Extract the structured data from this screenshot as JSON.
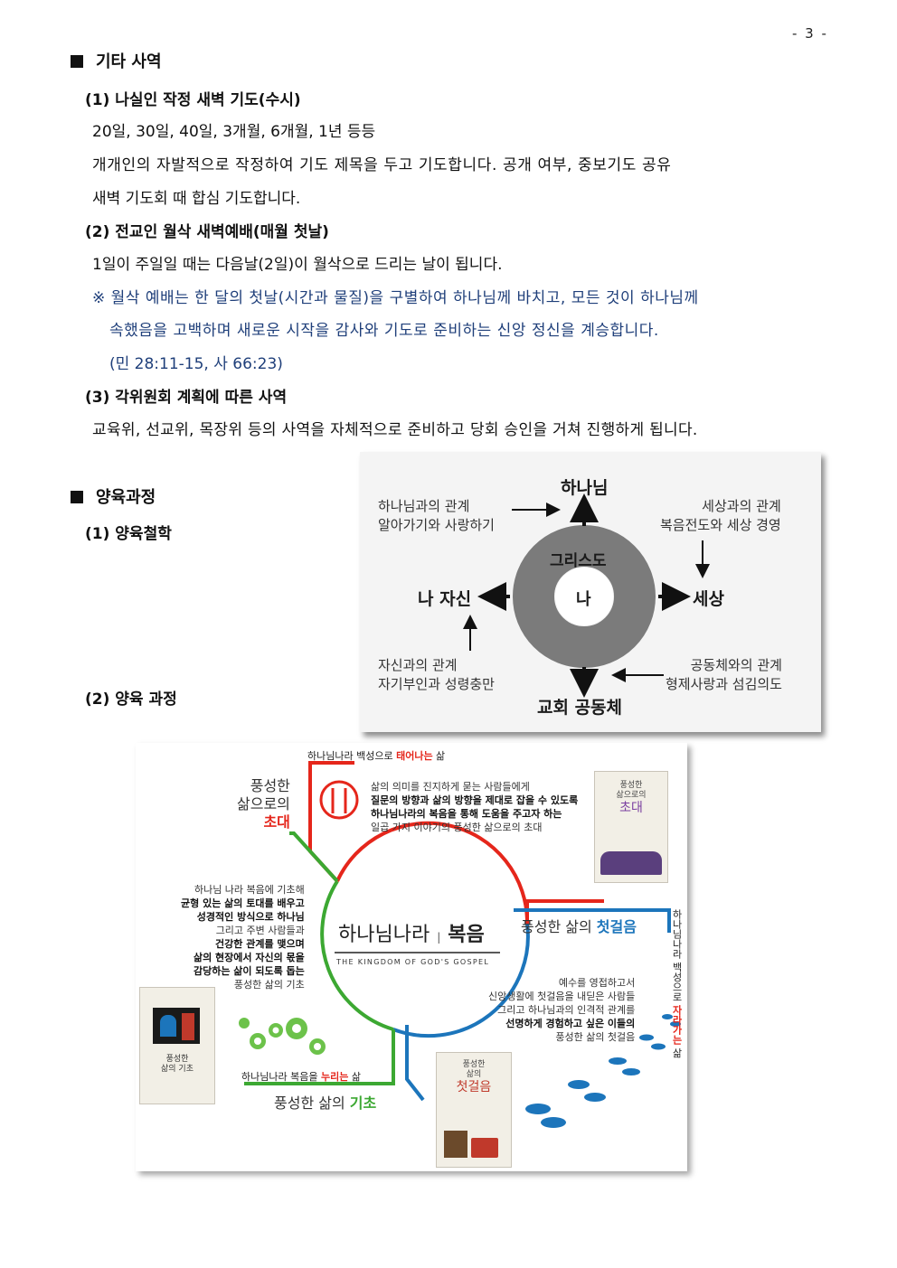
{
  "page_number": "- 3 -",
  "section1": {
    "title": "기타 사역",
    "items": [
      {
        "heading": "(1) 나실인 작정 새벽 기도(수시)",
        "lines": [
          "20일, 30일, 40일, 3개월, 6개월, 1년 등등",
          "개개인의 자발적으로 작정하여 기도 제목을 두고 기도합니다. 공개 여부, 중보기도 공유",
          "새벽 기도회 때 합심 기도합니다."
        ]
      },
      {
        "heading": "(2) 전교인 월삭 새벽예배(매월 첫날)",
        "lines": [
          "1일이 주일일 때는 다음날(2일)이 월삭으로 드리는 날이 됩니다."
        ],
        "note_lines": [
          "※ 월삭 예배는 한 달의 첫날(시간과 물질)을 구별하여 하나님께 바치고, 모든 것이 하나님께",
          "속했음을 고백하며 새로운 시작을 감사와 기도로 준비하는 신앙 정신을 계승합니다.",
          "(민 28:11-15, 사 66:23)"
        ]
      },
      {
        "heading": "(3) 각위원회 계획에 따른 사역",
        "lines": [
          "교육위, 선교위, 목장위 등의 사역을 자체적으로 준비하고 당회 승인을 거쳐 진행하게 됩니다."
        ]
      }
    ]
  },
  "section2": {
    "title": "양육과정",
    "sub1": "(1) 양육철학",
    "sub2": "(2) 양육 과정"
  },
  "diagram1": {
    "top": "하나님",
    "bottom": "교회 공동체",
    "left": "나 자신",
    "right": "세상",
    "ring_label": "그리스도",
    "center": "나",
    "tl": [
      "하나님과의 관계",
      "알아가기와 사랑하기"
    ],
    "tr": [
      "세상과의 관계",
      "복음전도와 세상 경영"
    ],
    "bl": [
      "자신과의 관계",
      "자기부인과 성령충만"
    ],
    "br": [
      "공동체와의 관계",
      "형제사랑과 섬김의도"
    ]
  },
  "diagram2": {
    "center_title_a": "하나님나라",
    "center_title_b": "복음",
    "center_sub": "THE KINGDOM OF GOD'S GOSPEL",
    "top_label_a": "하나님나라 백성으로 ",
    "top_label_b": "태어나는",
    "top_label_c": " 삶",
    "invite_title": [
      "풍성한",
      "삶으로의"
    ],
    "invite_title_red": "초대",
    "invite_desc": [
      "삶의 의미를 진지하게 묻는 사람들에게",
      "질문의 방향과 삶의 방향을 제대로 잡을 수 있도록",
      "하나님나라의 복음을 통해 도움을 주고자 하는",
      "일곱 가지 이야기의 풍성한 삶으로의 초대"
    ],
    "firststep_title_a": "풍성한 삶의 ",
    "firststep_title_b": "첫걸음",
    "firststep_desc": [
      "예수를 영접하고서",
      "신앙생활에 첫걸음을 내딛은 사람들",
      "그리고 하나님과의 인격적 관계를",
      "선명하게 경험하고 싶은 이들의",
      "풍성한 삶의 첫걸음"
    ],
    "right_vertical_a": "하나님나라 백성으로 ",
    "right_vertical_b": "자라가는",
    "right_vertical_c": " 삶",
    "basic_desc": [
      "하나님 나라 복음에 기초해",
      "균형 있는 삶의 토대를 배우고",
      "성경적인 방식으로 하나님",
      "그리고 주변 사람들과",
      "건강한 관계를 맺으며",
      "삶의 현장에서 자신의 몫을",
      "감당하는 삶이 되도록 돕는",
      "풍성한 삶의 기초"
    ],
    "bottom_label_a": "하나님나라 복음을 ",
    "bottom_label_b": "누리는",
    "bottom_label_c": " 삶",
    "basic_title_a": "풍성한 삶의 ",
    "basic_title_b": "기초",
    "book1": [
      "풍성한",
      "삶으로의",
      "초대"
    ],
    "book2": [
      "풍성한",
      "삶의",
      "첫걸음"
    ],
    "book3": [
      "풍성한",
      "삶의 기초"
    ],
    "colors": {
      "red": "#e5261b",
      "green": "#3ca832",
      "blue": "#1c75bb"
    }
  }
}
